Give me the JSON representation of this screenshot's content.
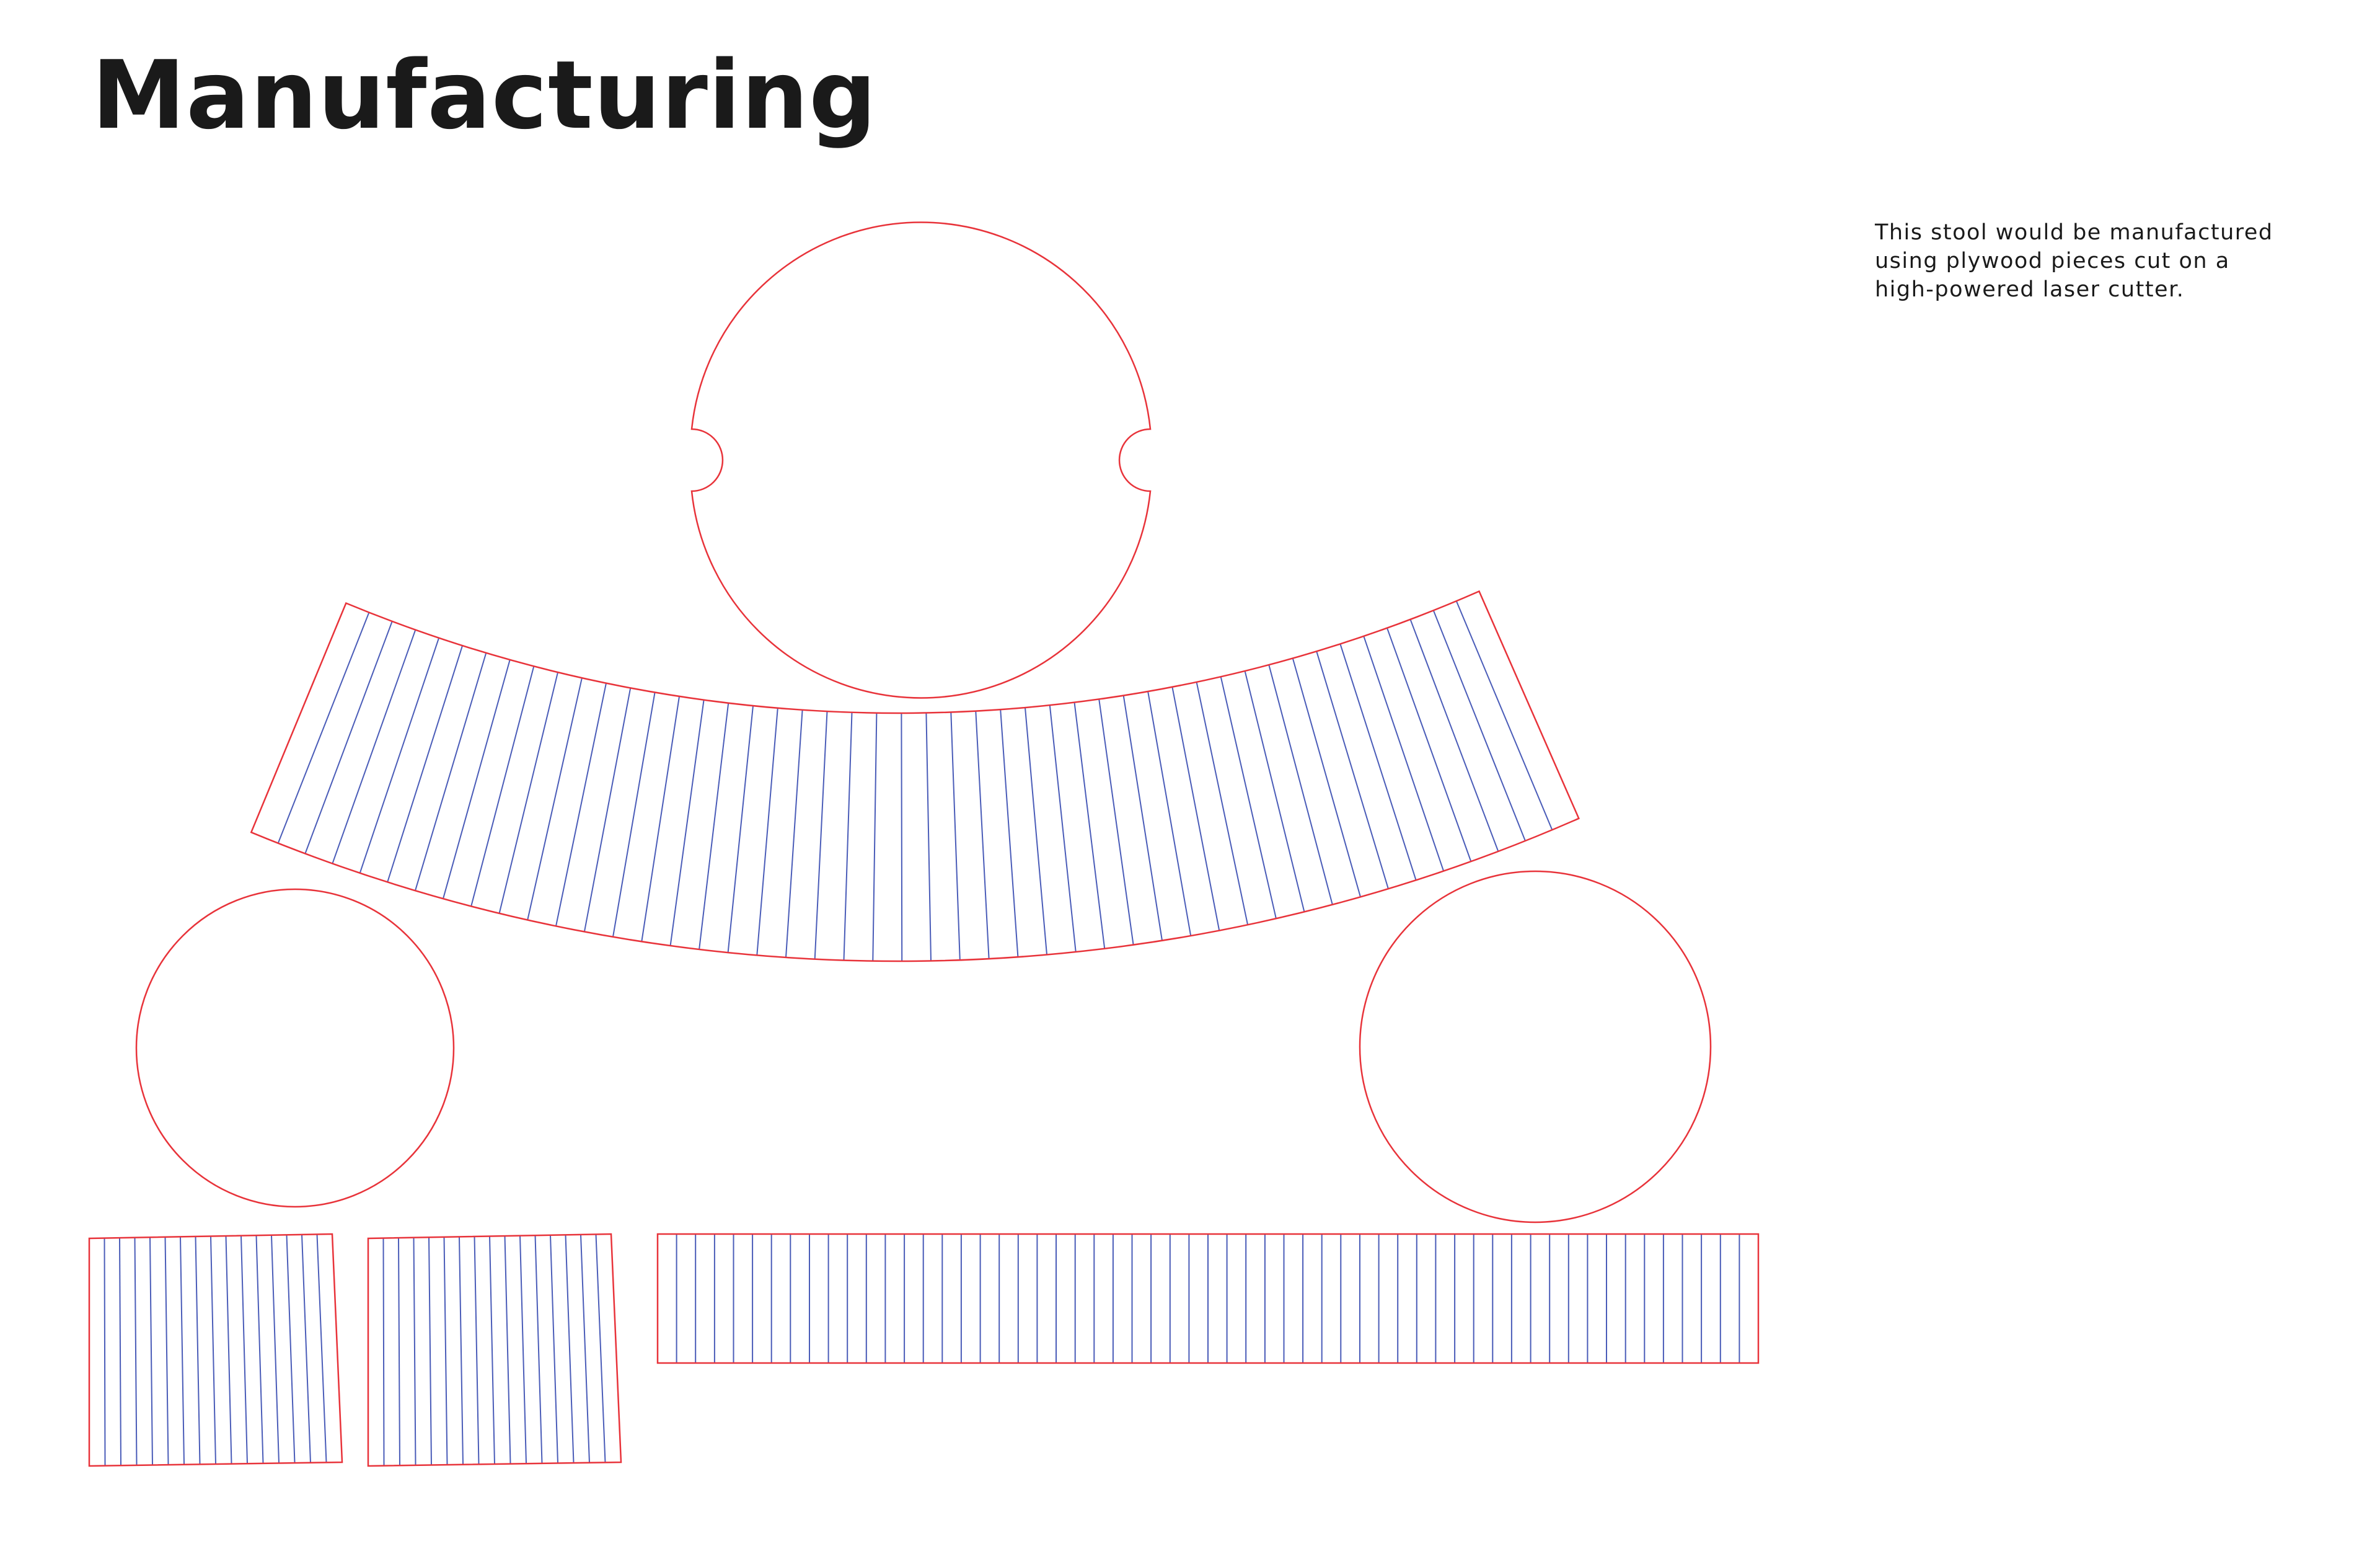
{
  "page": {
    "title": "Manufacturing",
    "description_lines": [
      "This stool would be manufactured",
      "using plywood pieces cut on a",
      "high-powered laser cutter."
    ]
  },
  "colors": {
    "background": "#ffffff",
    "text": "#1a1a1a",
    "cut_line": "#e8333a",
    "score_line": "#4a5cb8"
  }
}
